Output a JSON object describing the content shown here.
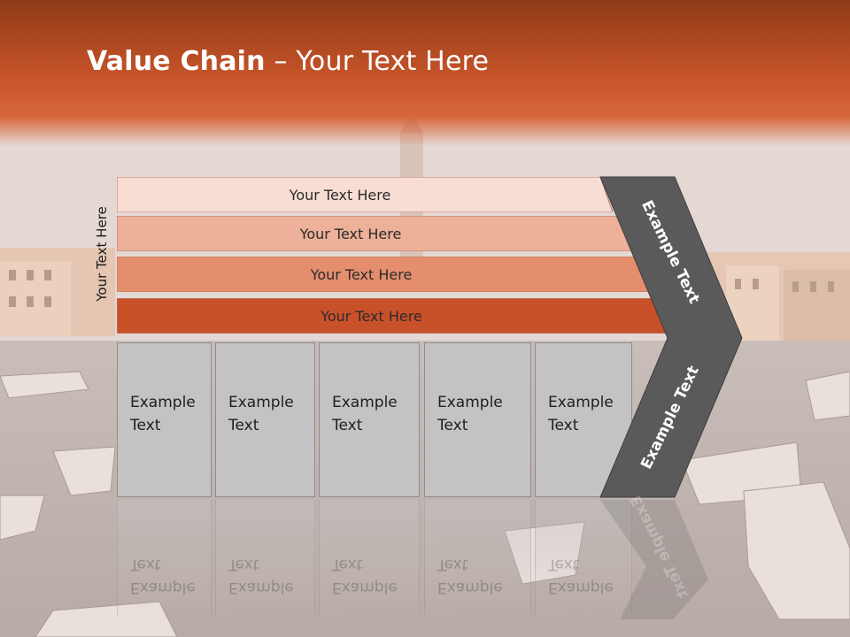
{
  "title": {
    "bold": "Value Chain",
    "rest": " – Your Text Here"
  },
  "side_label": "Your Text Here",
  "support_bars": [
    {
      "label": "Your Text Here",
      "color": "#f8ddd4"
    },
    {
      "label": "Your Text Here",
      "color": "#edb098"
    },
    {
      "label": "Your Text Here",
      "color": "#e48e6e"
    },
    {
      "label": "Your Text Here",
      "color": "#c9512a"
    }
  ],
  "primary_activities": [
    {
      "line1": "Example",
      "line2": "Text"
    },
    {
      "line1": "Example",
      "line2": "Text"
    },
    {
      "line1": "Example",
      "line2": "Text"
    },
    {
      "line1": "Example",
      "line2": "Text"
    },
    {
      "line1": "Example",
      "line2": "Text"
    }
  ],
  "chevron": {
    "top_text": "Example Text",
    "bottom_text": "Example Text",
    "color": "#5a5a5a"
  },
  "colors": {
    "header_top": "#8e3a17",
    "header_mid": "#d25b28",
    "accent": "#c9512a"
  }
}
